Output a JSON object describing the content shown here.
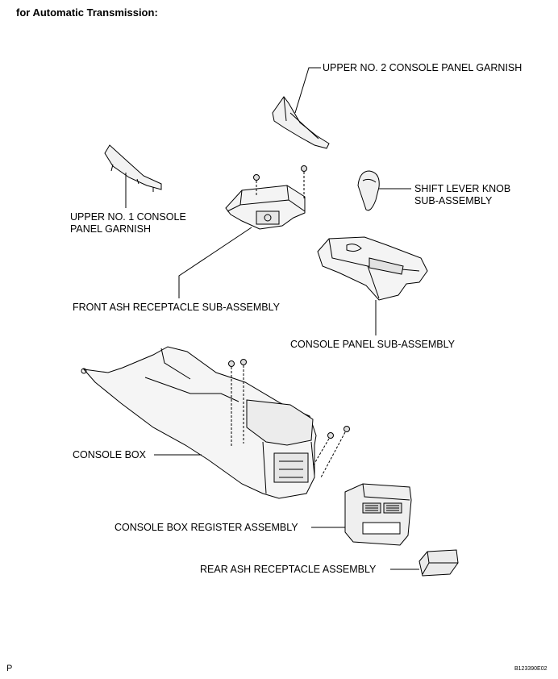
{
  "header": {
    "title": "for Automatic Transmission:"
  },
  "labels": {
    "upper_no2_garnish": "UPPER NO. 2 CONSOLE PANEL GARNISH",
    "shift_knob_line1": "SHIFT LEVER KNOB",
    "shift_knob_line2": "SUB-ASSEMBLY",
    "upper_no1_line1": "UPPER NO. 1 CONSOLE",
    "upper_no1_line2": "PANEL GARNISH",
    "front_ash": "FRONT ASH RECEPTACLE SUB-ASSEMBLY",
    "console_panel": "CONSOLE PANEL SUB-ASSEMBLY",
    "console_box": "CONSOLE BOX",
    "register": "CONSOLE BOX REGISTER ASSEMBLY",
    "rear_ash": "REAR ASH RECEPTACLE ASSEMBLY"
  },
  "footer": {
    "page_letter": "P",
    "figure_code": "B123390E02"
  }
}
